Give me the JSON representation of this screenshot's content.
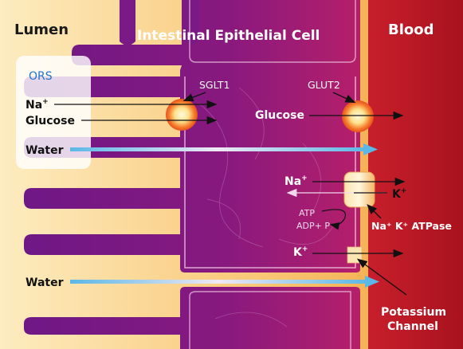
{
  "regions": {
    "lumen": "Lumen",
    "cell": "Intestinal Epithelial Cell",
    "blood": "Blood"
  },
  "ors_box": {
    "title": "ORS",
    "na": "Na",
    "na_sup": "+",
    "glucose": "Glucose",
    "water": "Water"
  },
  "transporters": {
    "sglt1": "SGLT1",
    "glut2": "GLUT2",
    "glucose": "Glucose",
    "na": "Na",
    "na_sup": "+",
    "k": "K",
    "k_sup": "+",
    "atp": "ATP",
    "adp": "ADP+ P",
    "atpase": "Na⁺ K⁺ ATPase",
    "k_channel": "K",
    "k_channel_sup": "+"
  },
  "lower": {
    "water": "Water",
    "potassium_line1": "Potassium",
    "potassium_line2": "Channel"
  },
  "colors": {
    "lumen_light": "#fde7b4",
    "lumen_dark": "#f4a640",
    "cell_purple": "#7a1a86",
    "cell_magenta": "#b01d6e",
    "blood": "#c0222c",
    "water_arrow": "#5bb8e6",
    "ors_blue": "#1f73c9"
  }
}
